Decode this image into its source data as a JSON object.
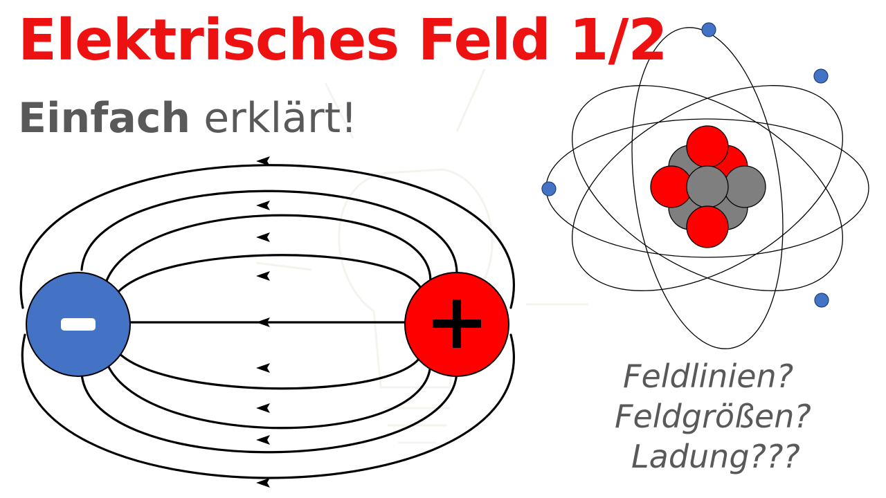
{
  "title": {
    "text": "Elektrisches Feld 1/2",
    "color": "#EE1111"
  },
  "subtitle": {
    "bold": "Einfach",
    "rest": " erklärt!"
  },
  "charges": {
    "negative": {
      "symbol": "−",
      "color": "#4472C4"
    },
    "positive": {
      "symbol": "+",
      "color": "#FF0000"
    }
  },
  "atom": {
    "proton_color": "#FF0000",
    "neutron_color": "#7F7F7F",
    "electron_color": "#4472C4"
  },
  "questions": [
    "Feldlinien?",
    "Feldgrößen?",
    "Ladung???"
  ],
  "icons": [
    "arrow-left-icon",
    "atom-icon",
    "negative-charge-icon",
    "positive-charge-icon"
  ]
}
